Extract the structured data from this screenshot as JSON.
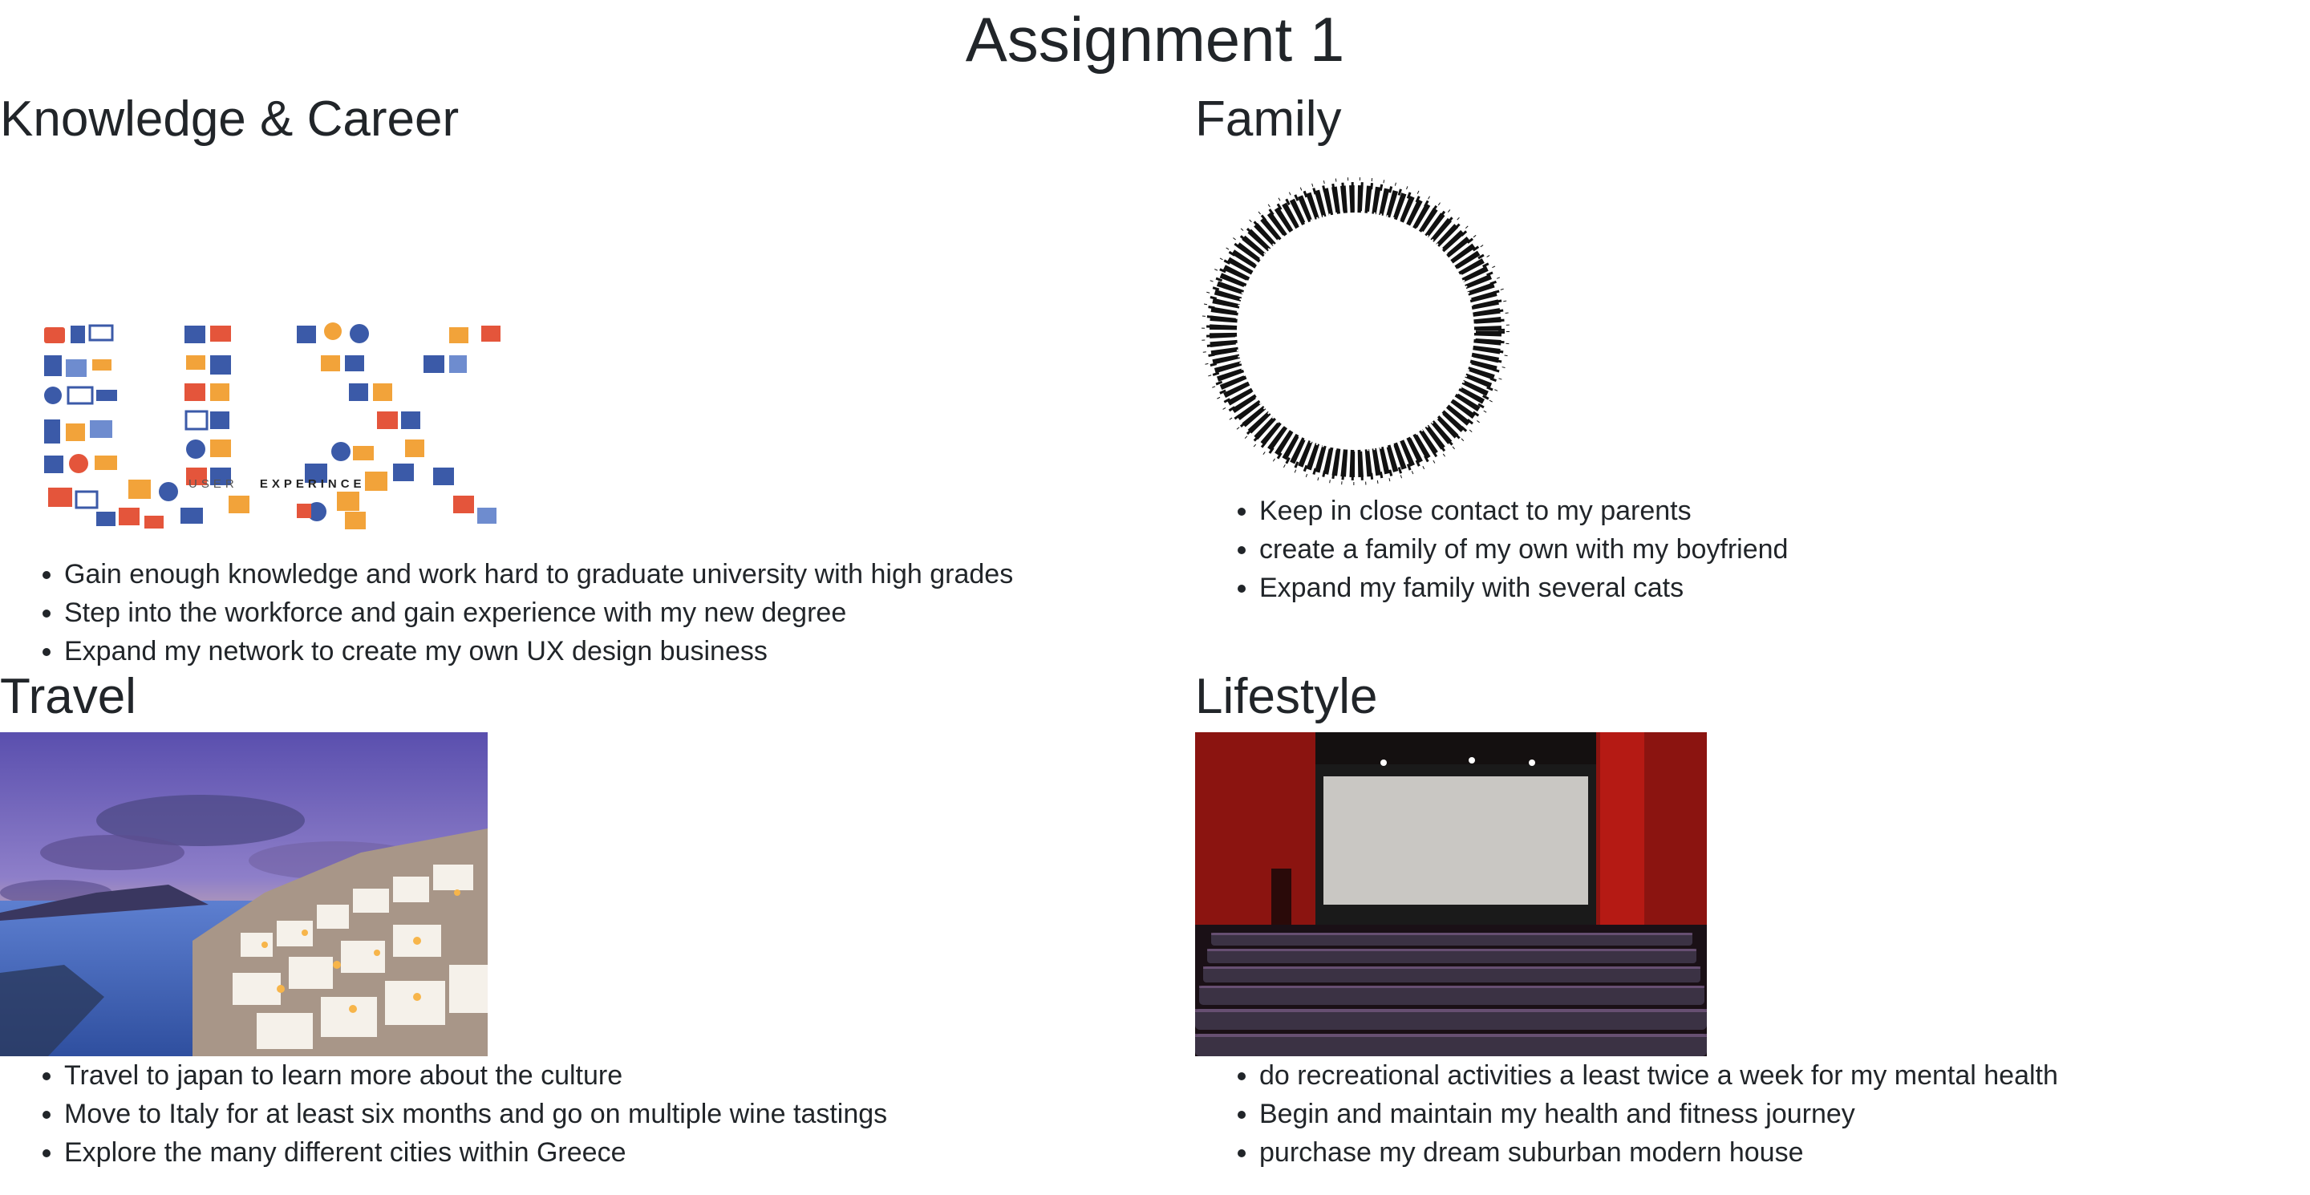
{
  "page": {
    "title": "Assignment 1"
  },
  "sections": {
    "knowledge": {
      "heading": "Knowledge & Career",
      "image_caption_light": "USER",
      "image_caption_bold": "EXPERINCE",
      "items": [
        "Gain enough knowledge and work hard to graduate university with high grades",
        "Step into the workforce and gain experience with my new degree",
        "Expand my network to create my own UX design business"
      ]
    },
    "family": {
      "heading": "Family",
      "items": [
        "Keep in close contact to my parents",
        "create a family of my own with my boyfriend",
        "Expand my family with several cats"
      ]
    },
    "travel": {
      "heading": "Travel",
      "items": [
        "Travel to japan to learn more about the culture",
        "Move to Italy for at least six months and go on multiple wine tastings",
        "Explore the many different cities within Greece"
      ]
    },
    "lifestyle": {
      "heading": "Lifestyle",
      "items": [
        "do recreational activities a least twice a week for my mental health",
        "Begin and maintain my health and fitness journey",
        "purchase my dream suburban modern house"
      ]
    }
  },
  "colors": {
    "text": "#212529",
    "background": "#ffffff",
    "ux_blue": "#3b5aa8",
    "ux_orange": "#f2a33a",
    "ux_red": "#e4553b",
    "cinema_red": "#8b1410",
    "sky_purple": "#6a5fb8"
  }
}
